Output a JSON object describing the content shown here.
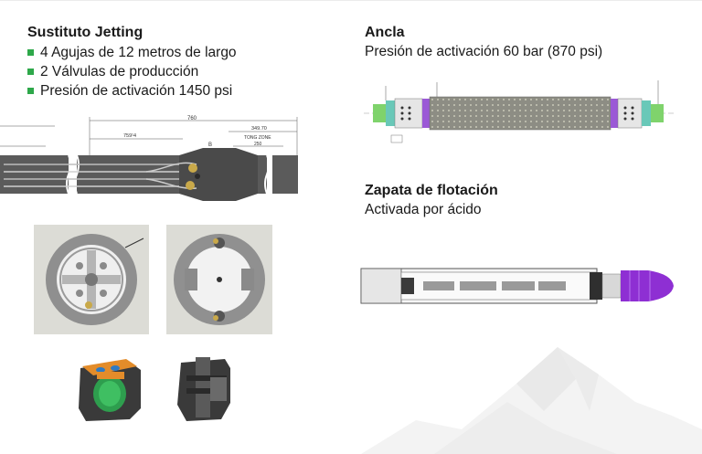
{
  "left": {
    "title": "Sustituto Jetting",
    "bullets": [
      "4 Agujas de 12 metros de largo",
      "2 Válvulas de producción",
      "Presión de activación 1450 psi"
    ],
    "drawing": {
      "dim_total": "760",
      "dim_left": "759¹4",
      "dim_right": "349.70",
      "dim_sub": "250",
      "tong_zone": "TONG ZONE",
      "marker": "B"
    }
  },
  "anchor": {
    "title": "Ancla",
    "subtitle": "Presión de activación 60 bar (870 psi)"
  },
  "float_shoe": {
    "title": "Zapata de flotación",
    "subtitle": "Activada por ácido"
  },
  "colors": {
    "bullet": "#2ea84a",
    "purple": "#8a2be2",
    "green_cap": "#7bd06b",
    "teal": "#6fd0c0"
  }
}
